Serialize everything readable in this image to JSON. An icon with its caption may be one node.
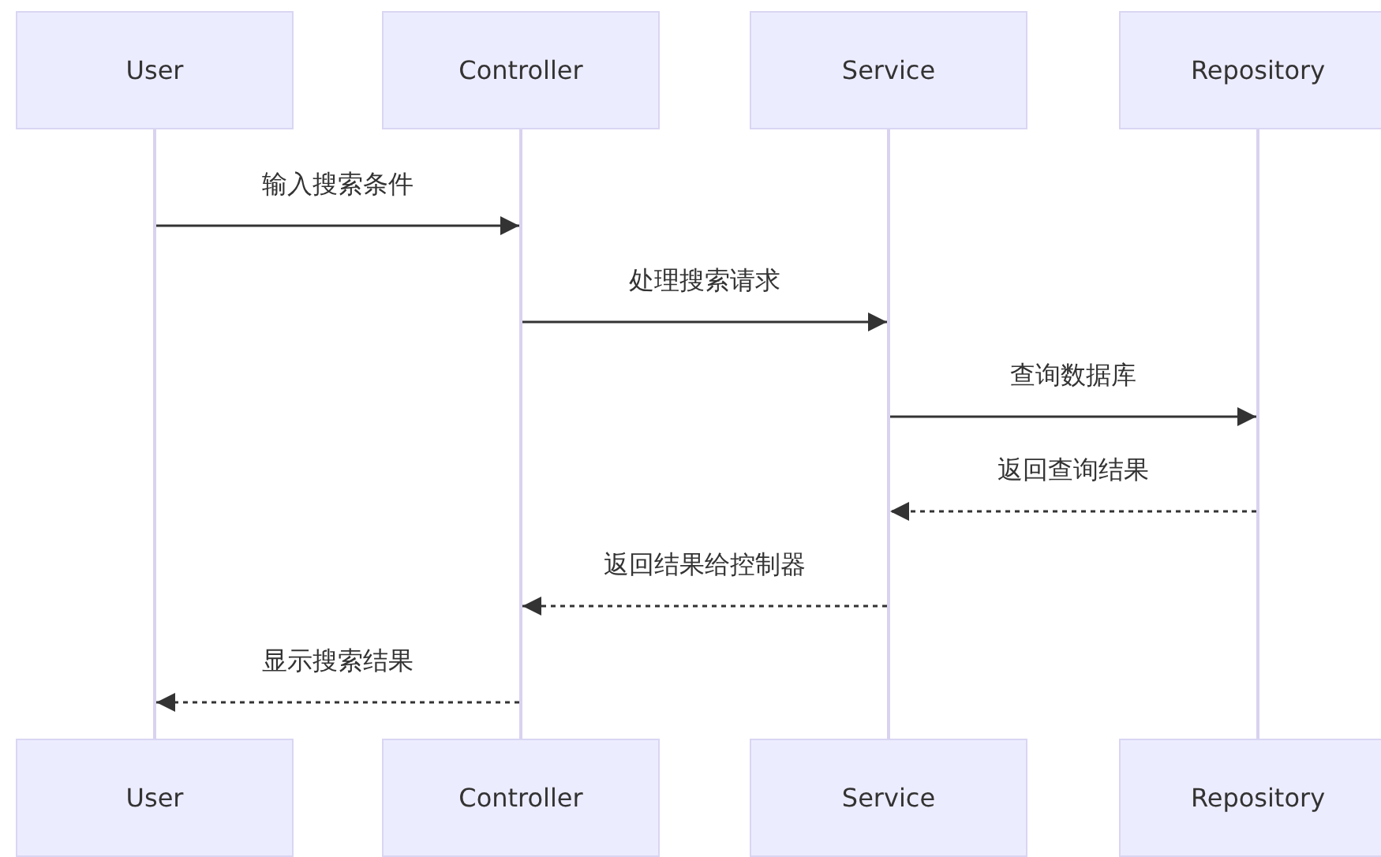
{
  "diagram": {
    "nodes": [
      {
        "text": [
          "User"
        ]
      },
      {
        "text": [
          "Controller"
        ]
      },
      {
        "text": [
          "Service"
        ]
      },
      {
        "text": [
          "Repository"
        ]
      },
      {
        "text": [
          "User"
        ]
      },
      {
        "text": [
          "Controller"
        ]
      },
      {
        "text": [
          "Service"
        ]
      },
      {
        "text": [
          "Repository"
        ]
      },
      {
        "text": [],
        "shape": "line"
      },
      {
        "text": [],
        "shape": "line"
      },
      {
        "text": [],
        "shape": "line"
      },
      {
        "text": [],
        "shape": "line"
      }
    ],
    "edges": [
      {
        "from": 8,
        "to": 9,
        "arrow": "to",
        "label": "输入搜索条件"
      },
      {
        "from": 9,
        "to": 10,
        "arrow": "to",
        "label": "处理搜索请求"
      },
      {
        "from": 10,
        "to": 11,
        "arrow": "to",
        "label": "查询数据库"
      },
      {
        "from": 11,
        "to": 10,
        "arrow": "to",
        "label": "返回查询结果",
        "style": "dashed"
      },
      {
        "from": 10,
        "to": 9,
        "arrow": "to",
        "label": "返回结果给控制器",
        "style": "dashed"
      },
      {
        "from": 9,
        "to": 8,
        "arrow": "to",
        "label": "显示搜索结果",
        "style": "dashed"
      }
    ]
  }
}
